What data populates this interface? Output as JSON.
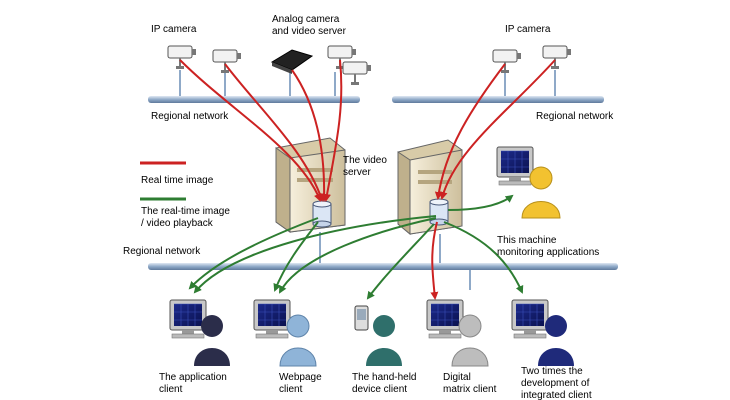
{
  "labels": {
    "ip_camera_left": "IP camera",
    "analog_camera_1": "Analog camera",
    "analog_camera_2": "and video server",
    "ip_camera_right": "IP camera",
    "regional_network_left": "Regional network",
    "regional_network_right": "Regional network",
    "regional_network_bottom": "Regional network",
    "video_server_1": "The video",
    "video_server_2": "server",
    "legend_realtime": "Real time image",
    "legend_playback_1": "The real-time image",
    "legend_playback_2": "/ video playback",
    "monitor_app_1": "This machine",
    "monitor_app_2": "monitoring applications",
    "client_application_1": "The application",
    "client_application_2": "client",
    "client_webpage_1": "Webpage",
    "client_webpage_2": "client",
    "client_handheld_1": "The hand-held",
    "client_handheld_2": "device client",
    "client_digital_1": "Digital",
    "client_digital_2": "matrix client",
    "client_integrated_1": "Two times the",
    "client_integrated_2": "development of",
    "client_integrated_3": "integrated client"
  },
  "colors": {
    "realtime_line": "#cc2222",
    "playback_line": "#2e7d32",
    "network_bar": "#8fa9c8",
    "server_body": "#e8dcc0",
    "user_dark_navy": "#2b2d4a",
    "user_light_blue": "#8fb4d8",
    "user_teal": "#2f6f6b",
    "user_gray": "#bdbdbd",
    "user_navy": "#1f2a7a",
    "user_yellow": "#f2c230"
  }
}
